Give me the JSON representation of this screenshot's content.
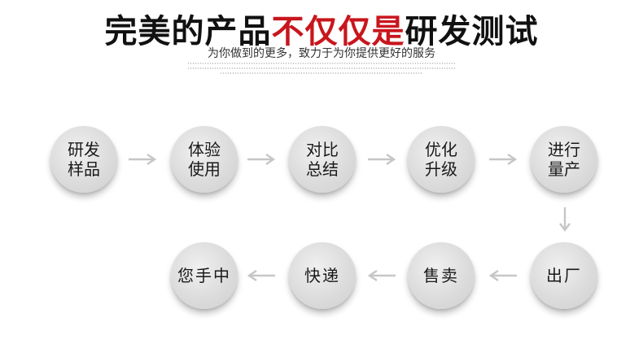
{
  "headline": {
    "part1": "完美的产品",
    "part2": "不仅仅是",
    "part3": "研发测试",
    "accent_color": "#c8161d"
  },
  "subtitle": "为你做到的更多，致力于为你提供更好的服务",
  "flow": {
    "row1": [
      {
        "line1": "研发",
        "line2": "样品"
      },
      {
        "line1": "体验",
        "line2": "使用"
      },
      {
        "line1": "对比",
        "line2": "总结"
      },
      {
        "line1": "优化",
        "line2": "升级"
      },
      {
        "line1": "进行",
        "line2": "量产"
      }
    ],
    "row2": [
      {
        "label": "出厂"
      },
      {
        "label": "售卖"
      },
      {
        "label": "快递"
      },
      {
        "label": "您手中"
      }
    ],
    "arrow_color": "#c6c6c6",
    "arrow_icon": "arrow-icon"
  }
}
